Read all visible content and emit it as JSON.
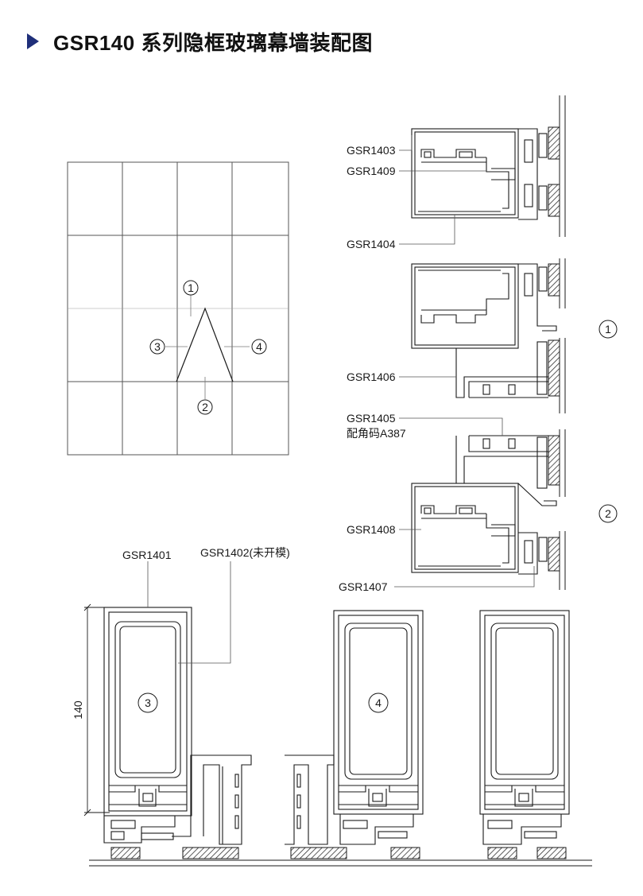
{
  "title": "GSR140 系列隐框玻璃幕墙装配图",
  "elevation_markers": [
    "1",
    "2",
    "3",
    "4"
  ],
  "section_markers": [
    "1",
    "2"
  ],
  "upper_labels": {
    "gsr1403": "GSR1403",
    "gsr1409": "GSR1409",
    "gsr1404": "GSR1404",
    "gsr1406": "GSR1406",
    "gsr1405": "GSR1405",
    "gsr1405_note": "配角码A387",
    "gsr1408": "GSR1408",
    "gsr1407": "GSR1407"
  },
  "lower_labels": {
    "gsr1401": "GSR1401",
    "gsr1402": "GSR1402(未开模)",
    "dimension": "140",
    "mullion_3": "3",
    "mullion_4": "4"
  },
  "colors": {
    "line": "#1a1a1a",
    "accent": "#1f2f7a",
    "hatch": "#333333"
  }
}
